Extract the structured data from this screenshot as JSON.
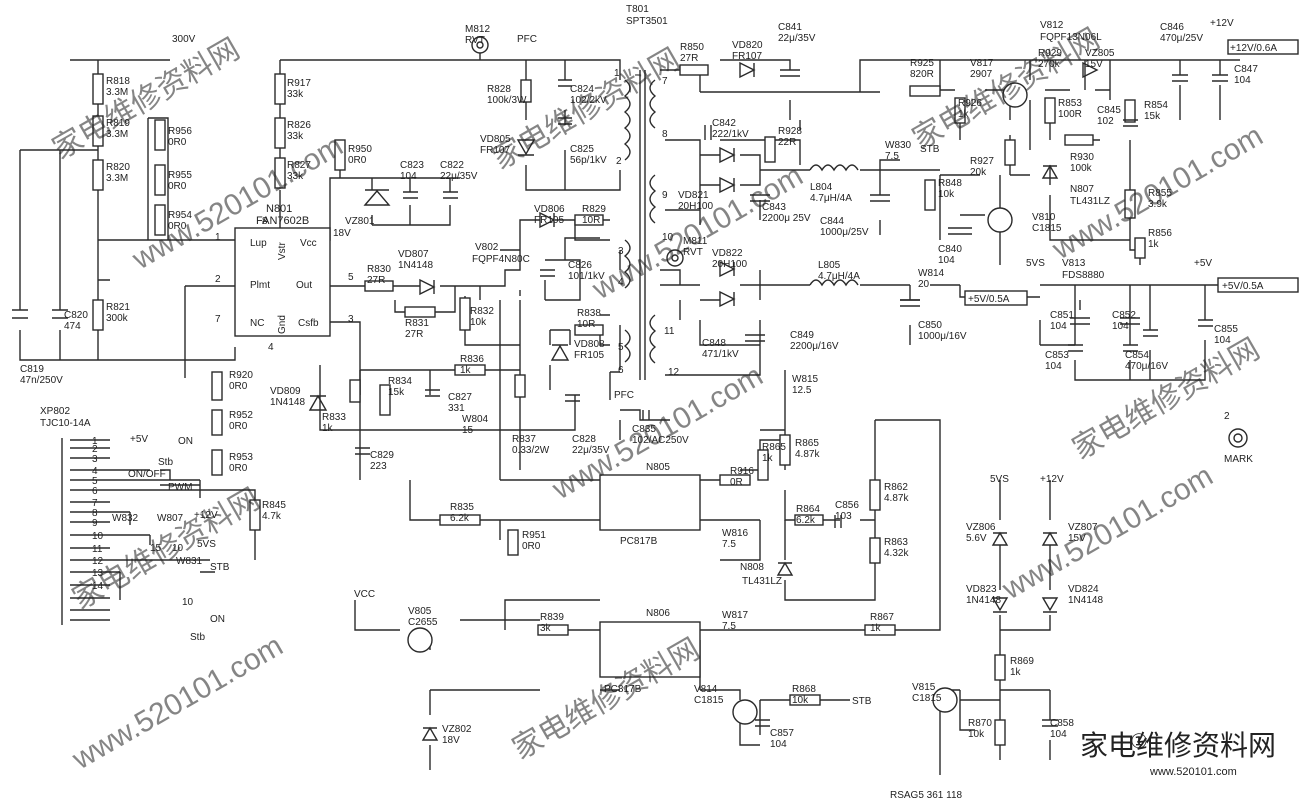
{
  "watermarks": {
    "site": "家电维修资料网",
    "url": "www.520101.com",
    "brand_title": "家电维修资料网",
    "brand_url": "www.520101.com"
  },
  "rails": {
    "v300": "300V",
    "pfc": "PFC",
    "pfc2": "PFC",
    "vcc": "VCC",
    "stb": "STB",
    "on": "ON",
    "stb2": "Stb",
    "on_off": "ON/OFF",
    "pwm": "PWM"
  },
  "mark": {
    "num": "2",
    "label": "MARK"
  },
  "ic_n801": {
    "ref": "N801",
    "part": "FAN7602B",
    "vstr": "Vstr",
    "pins": {
      "p1": "Lup",
      "p2": "Plmt",
      "p7": "NC",
      "p4": "Gnd",
      "p3": "Csfb",
      "p5": "Out",
      "p8": "Vcc"
    }
  },
  "connector": {
    "ref": "XP802",
    "part": "TJC10-14A",
    "pins": [
      "1",
      "2",
      "3",
      "4",
      "5",
      "6",
      "7",
      "8",
      "9",
      "10",
      "11",
      "12",
      "13",
      "14"
    ],
    "p1_label": "+5V",
    "w832": "W832",
    "w807": "W807",
    "w831": "W831",
    "v12": "+12V",
    "vs5": "5VS",
    "n15": "15",
    "n10": "10",
    "n10b": "10"
  },
  "transformer": {
    "ref": "T801",
    "part": "SPT3501",
    "pins": [
      "1",
      "2",
      "7",
      "8",
      "9",
      "10",
      "3",
      "4",
      "5",
      "6",
      "11",
      "12"
    ]
  },
  "outputs": {
    "out12": "+12V/0.6A",
    "out5": "+5V/0.5A",
    "out5vs": "+5V/0.5A",
    "v5": "+5V",
    "vs5": "5VS",
    "v12": "+12V"
  },
  "components": [
    {
      "ref": "R818",
      "val": "3.3M"
    },
    {
      "ref": "R819",
      "val": "3.3M"
    },
    {
      "ref": "R820",
      "val": "3.3M"
    },
    {
      "ref": "R821",
      "val": "300k"
    },
    {
      "ref": "R956",
      "val": "0R0"
    },
    {
      "ref": "R955",
      "val": "0R0"
    },
    {
      "ref": "R954",
      "val": "0R0"
    },
    {
      "ref": "C820",
      "val": "474"
    },
    {
      "ref": "C819",
      "val": "47n/250V"
    },
    {
      "ref": "R917",
      "val": "33k"
    },
    {
      "ref": "R826",
      "val": "33k"
    },
    {
      "ref": "R827",
      "val": "33k"
    },
    {
      "ref": "R950",
      "val": "0R0"
    },
    {
      "ref": "C823",
      "val": "104"
    },
    {
      "ref": "C822",
      "val": "22μ/35V"
    },
    {
      "ref": "VZ801",
      "val": "18V"
    },
    {
      "ref": "M812",
      "val": "RVT"
    },
    {
      "ref": "R828",
      "val": "100k/3W"
    },
    {
      "ref": "C824",
      "val": "102/2kV"
    },
    {
      "ref": "VD805",
      "val": "FR107"
    },
    {
      "ref": "C825",
      "val": "56p/1kV"
    },
    {
      "ref": "VD806",
      "val": "FR105"
    },
    {
      "ref": "R829",
      "val": "10R"
    },
    {
      "ref": "V802",
      "val": "FQPF4N80C"
    },
    {
      "ref": "C826",
      "val": "101/1kV"
    },
    {
      "ref": "VD807",
      "val": "1N4148"
    },
    {
      "ref": "R830",
      "val": "27R"
    },
    {
      "ref": "R831",
      "val": "27R"
    },
    {
      "ref": "R832",
      "val": "10k"
    },
    {
      "ref": "R838",
      "val": "10R"
    },
    {
      "ref": "VD808",
      "val": "FR105"
    },
    {
      "ref": "R836",
      "val": "1k"
    },
    {
      "ref": "R837",
      "val": "0.33/2W"
    },
    {
      "ref": "C828",
      "val": "22μ/35V"
    },
    {
      "ref": "VD809",
      "val": "1N4148"
    },
    {
      "ref": "R833",
      "val": "1k"
    },
    {
      "ref": "R834",
      "val": "15k"
    },
    {
      "ref": "C827",
      "val": "331"
    },
    {
      "ref": "W804",
      "val": "15"
    },
    {
      "ref": "C829",
      "val": "223"
    },
    {
      "ref": "R920",
      "val": "0R0"
    },
    {
      "ref": "R952",
      "val": "0R0"
    },
    {
      "ref": "R953",
      "val": "0R0"
    },
    {
      "ref": "R845",
      "val": "4.7k"
    },
    {
      "ref": "C835",
      "val": "102/AC250V"
    },
    {
      "ref": "R850",
      "val": "27R"
    },
    {
      "ref": "VD820",
      "val": "FR107"
    },
    {
      "ref": "C841",
      "val": "22μ/35V"
    },
    {
      "ref": "C842",
      "val": "222/1kV"
    },
    {
      "ref": "R928",
      "val": "22R"
    },
    {
      "ref": "VD821",
      "val": "20H100"
    },
    {
      "ref": "C843",
      "val": "2200μ 25V"
    },
    {
      "ref": "L804",
      "val": "4.7μH/4A"
    },
    {
      "ref": "C844",
      "val": "1000μ/25V"
    },
    {
      "ref": "W830",
      "val": "7.5"
    },
    {
      "ref": "M811",
      "val": "RVT"
    },
    {
      "ref": "VD822",
      "val": "20H100"
    },
    {
      "ref": "C848",
      "val": "471/1kV"
    },
    {
      "ref": "L805",
      "val": "4.7μH/4A"
    },
    {
      "ref": "W814",
      "val": "20"
    },
    {
      "ref": "C850",
      "val": "1000μ/16V"
    },
    {
      "ref": "C849",
      "val": "2200μ/16V"
    },
    {
      "ref": "W815",
      "val": "12.5"
    },
    {
      "ref": "R925",
      "val": "820R"
    },
    {
      "ref": "V817",
      "val": "2907"
    },
    {
      "ref": "R929",
      "val": "270k"
    },
    {
      "ref": "V812",
      "val": "FQPF13N06L"
    },
    {
      "ref": "VZ805",
      "val": "15V"
    },
    {
      "ref": "C846",
      "val": "470μ/25V"
    },
    {
      "ref": "C847",
      "val": "104"
    },
    {
      "ref": "R926",
      "val": "1k"
    },
    {
      "ref": "R853",
      "val": "100R"
    },
    {
      "ref": "C845",
      "val": "102"
    },
    {
      "ref": "R854",
      "val": "15k"
    },
    {
      "ref": "R930",
      "val": "100k"
    },
    {
      "ref": "N807",
      "val": "TL431LZ"
    },
    {
      "ref": "R927",
      "val": "20k"
    },
    {
      "ref": "R848",
      "val": "10k"
    },
    {
      "ref": "V810",
      "val": "C1815"
    },
    {
      "ref": "C840",
      "val": "104"
    },
    {
      "ref": "R855",
      "val": "3.9k"
    },
    {
      "ref": "R856",
      "val": "1k"
    },
    {
      "ref": "V813",
      "val": "FDS8880"
    },
    {
      "ref": "C851",
      "val": "104"
    },
    {
      "ref": "C852",
      "val": "104"
    },
    {
      "ref": "C853",
      "val": "104"
    },
    {
      "ref": "C854",
      "val": "470μ/16V"
    },
    {
      "ref": "C855",
      "val": "104"
    },
    {
      "ref": "R865a",
      "val": "1k"
    },
    {
      "ref": "R865",
      "val": "4.87k"
    },
    {
      "ref": "R916",
      "val": "0R"
    },
    {
      "ref": "N805",
      "val": "PC817B"
    },
    {
      "ref": "R862",
      "val": "4.87k"
    },
    {
      "ref": "R863",
      "val": "4.32k"
    },
    {
      "ref": "R864",
      "val": "6.2k"
    },
    {
      "ref": "C856",
      "val": "103"
    },
    {
      "ref": "W816",
      "val": "7.5"
    },
    {
      "ref": "N808",
      "val": "TL431LZ"
    },
    {
      "ref": "R835",
      "val": "6.2k"
    },
    {
      "ref": "R951",
      "val": "0R0"
    },
    {
      "ref": "V805",
      "val": "C2655"
    },
    {
      "ref": "VZ802",
      "val": "18V"
    },
    {
      "ref": "R839",
      "val": "3k"
    },
    {
      "ref": "N806",
      "val": "PC817B"
    },
    {
      "ref": "W817",
      "val": "7.5"
    },
    {
      "ref": "R867",
      "val": "1k"
    },
    {
      "ref": "V814",
      "val": "C1815"
    },
    {
      "ref": "R868",
      "val": "10k"
    },
    {
      "ref": "C857",
      "val": "104"
    },
    {
      "ref": "VZ806",
      "val": "5.6V"
    },
    {
      "ref": "VZ807",
      "val": "15V"
    },
    {
      "ref": "VD823",
      "val": "1N4148"
    },
    {
      "ref": "VD824",
      "val": "1N4148"
    },
    {
      "ref": "R869",
      "val": "1k"
    },
    {
      "ref": "V815",
      "val": "C1815"
    },
    {
      "ref": "R870",
      "val": "10k"
    },
    {
      "ref": "C858",
      "val": "104"
    }
  ],
  "footer": {
    "code": "RSAG5 361 118",
    "circle_mark": "①"
  }
}
